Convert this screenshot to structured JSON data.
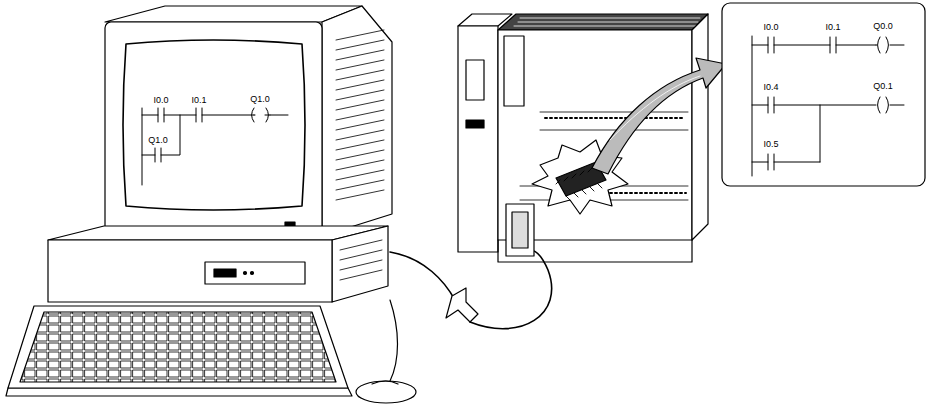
{
  "diagram": {
    "labels": [
      "I0.0",
      "I0.1",
      "Q1.0",
      "Q1.0",
      "I0.0",
      "I0.1",
      "Q0.0",
      "I0.4",
      "Q0.1",
      "I0.5"
    ]
  }
}
